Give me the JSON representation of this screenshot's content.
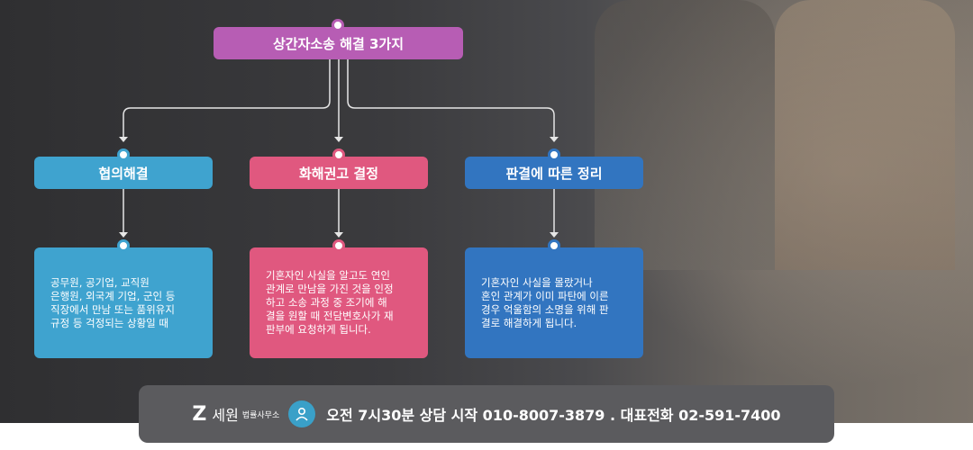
{
  "diagram": {
    "root": {
      "label": "상간자소송 해결 3가지",
      "color": "#b75db4"
    },
    "branches": [
      {
        "title": "협의해결",
        "color": "#3fa3cf",
        "text": "공무원, 공기업, 교직원\n은행원, 외국계 기업, 군인 등\n직장에서 만남 또는 품위유지\n규정 등 걱정되는 상황일 때"
      },
      {
        "title": "화해권고 결정",
        "color": "#e0587f",
        "text": "기혼자인 사실을 알고도 연인\n관계로 만남을 가진 것을 인정\n하고 소송 과정 중 조기에 해\n결을 원할 때 전담변호사가 재\n판부에 요청하게 됩니다."
      },
      {
        "title": "판결에 따른 정리",
        "color": "#3275c0",
        "text": "기혼자인 사실을 몰랐거나\n혼인 관계가 이미 파탄에 이른\n경우 억울함의 소명을 위해 판\n결로 해결하게 됩니다."
      }
    ]
  },
  "footer": {
    "logo_mark": "Z",
    "logo_name": "세원",
    "logo_sub": "법률사무소",
    "contact": "오전 7시30분 상담 시작 010-8007-3879 . 대표전화 02-591-7400"
  },
  "icons": {
    "consult": "consultation-person-icon"
  }
}
